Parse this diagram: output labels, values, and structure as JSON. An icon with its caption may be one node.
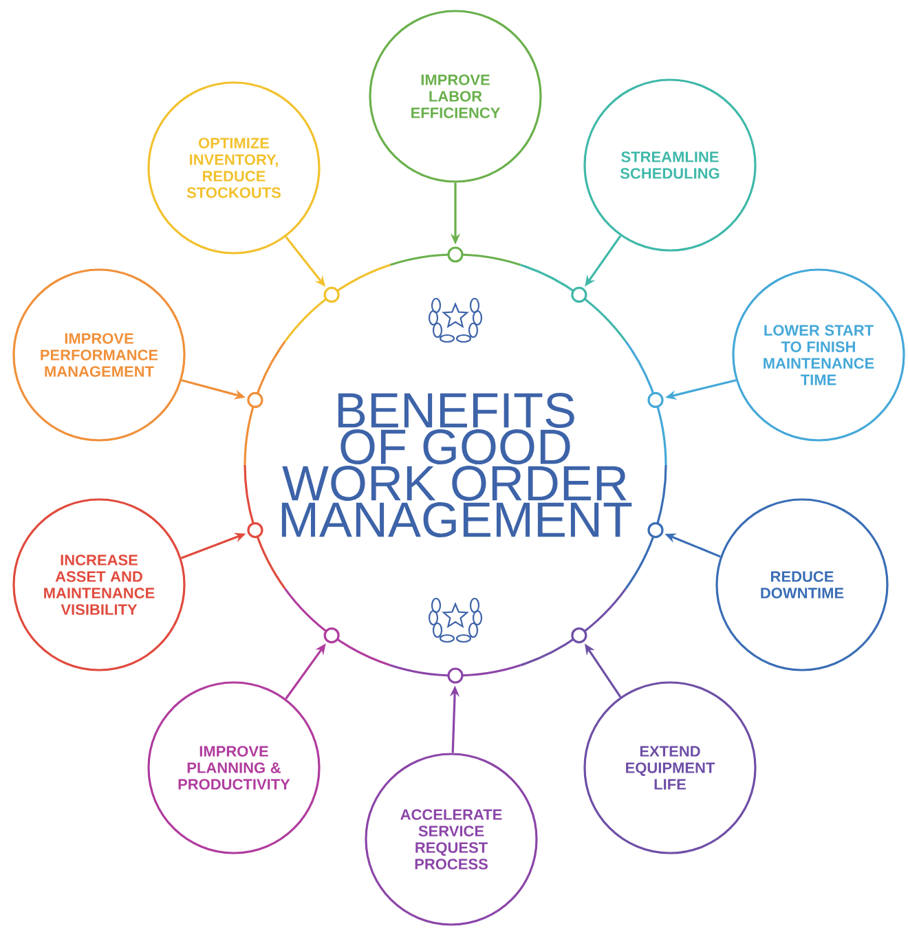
{
  "diagram": {
    "nodes": [
      {
        "text": [
          "BENEFITS OF GOOD WORK ORDER MANAGEMENT"
        ]
      },
      {
        "text": [
          "IMPROVE LABOR EFFICIENCY"
        ]
      },
      {
        "text": [
          "STREAMLINE SCHEDULING"
        ]
      },
      {
        "text": [
          "LOWER START TO FINISH MAINTENANCE TIME"
        ]
      },
      {
        "text": [
          "REDUCE DOWNTIME"
        ]
      },
      {
        "text": [
          "EXTEND EQUIPMENT LIFE"
        ]
      },
      {
        "text": [
          "ACCELERATE SERVICE REQUEST PROCESS"
        ]
      },
      {
        "text": [
          "IMPROVE PLANNING & PRODUCTIVITY"
        ]
      },
      {
        "text": [
          "INCREASE ASSET AND MAINTENANCE VISIBILITY"
        ]
      },
      {
        "text": [
          "IMPROVE PERFORMANCE MANAGEMENT"
        ]
      },
      {
        "text": [
          "OPTIMIZE INVENTORY, REDUCE STOCKOUTS"
        ]
      }
    ],
    "edges": [
      {
        "from": 1,
        "to": 0,
        "arrow": "to",
        "color": "#6ab04c"
      },
      {
        "from": 2,
        "to": 0,
        "arrow": "to",
        "color": "#3fb8a9"
      },
      {
        "from": 3,
        "to": 0,
        "arrow": "to",
        "color": "#45a8d8"
      },
      {
        "from": 4,
        "to": 0,
        "arrow": "to",
        "color": "#3a6db5"
      },
      {
        "from": 5,
        "to": 0,
        "arrow": "to",
        "color": "#6e4fa6"
      },
      {
        "from": 6,
        "to": 0,
        "arrow": "to",
        "color": "#8b45a8"
      },
      {
        "from": 7,
        "to": 0,
        "arrow": "to",
        "color": "#b03c9e"
      },
      {
        "from": 8,
        "to": 0,
        "arrow": "to",
        "color": "#e04b3e"
      },
      {
        "from": 9,
        "to": 0,
        "arrow": "to",
        "color": "#f0903a"
      },
      {
        "from": 10,
        "to": 0,
        "arrow": "to",
        "color": "#f2c12e"
      }
    ]
  }
}
